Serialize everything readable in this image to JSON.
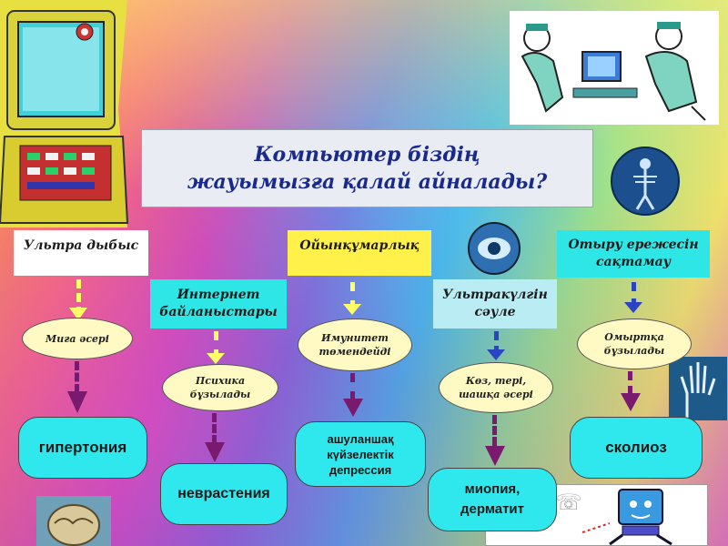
{
  "title": {
    "line1": "Компьютер біздің",
    "line2": "жауымызға қалай айналады?"
  },
  "columns": [
    {
      "label": "Ультра дыбыс",
      "effect": "Мига әсері",
      "result": "гипертония"
    },
    {
      "label": "Интернет байланыстары",
      "effect": "Психика бұзылады",
      "result": "неврастения"
    },
    {
      "label": "Ойынқұмарлық",
      "effect": "Имунитет төмендейді",
      "result": "ашуланшақ күйзелектік депрессия"
    },
    {
      "label": "Ультракүлгін сәуле",
      "effect": "Көз, тері, шашқа әсері",
      "result": "миопия, дерматит"
    },
    {
      "label": "Отыру ережесін сақтамау",
      "effect": "Омыртқа бұзылады",
      "result": "сколиоз"
    }
  ],
  "label_lines": {
    "c2": [
      "Интернет",
      "байланыстары"
    ],
    "c4": [
      "Ультракүлгін",
      "сәуле"
    ],
    "c5": [
      "Отыру ережесін",
      "сақтамау"
    ]
  },
  "effect_lines": {
    "c2": [
      "Психика",
      "бұзылады"
    ],
    "c3": [
      "Имунитет",
      "төмендейді"
    ],
    "c4": [
      "Көз, тері,",
      "шашқа әсері"
    ],
    "c5": [
      "Омыртқа",
      "бұзылады"
    ]
  },
  "result_lines": {
    "c3": [
      "ашуланшақ",
      "күйзелектік",
      "депрессия"
    ],
    "c4": [
      "миопия,",
      "дерматит"
    ]
  },
  "colors": {
    "arrow_top": "#ffff66",
    "arrow_bottom": "#7a1a6e",
    "pill": "#2fe8ee",
    "title_text": "#1a2a8c"
  }
}
